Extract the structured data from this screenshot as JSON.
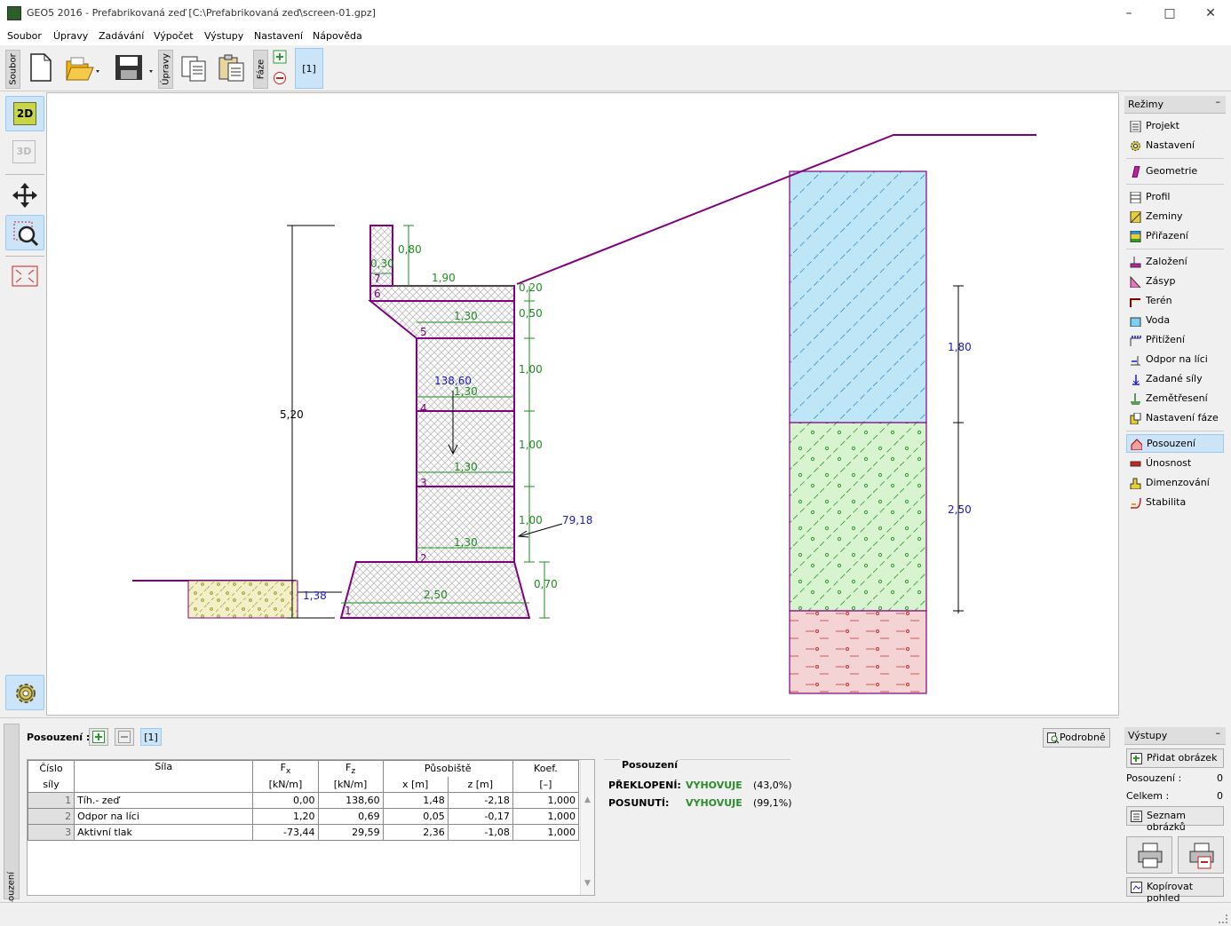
{
  "window": {
    "title": "GEO5 2016 - Prefabrikovaná zeď [C:\\Prefabrikovaná zeď\\screen-01.gpz]"
  },
  "menu": [
    "Soubor",
    "Úpravy",
    "Zadávání",
    "Výpočet",
    "Výstupy",
    "Nastavení",
    "Nápověda"
  ],
  "toolbar": {
    "soubor_label": "Soubor",
    "upravy_label": "Úpravy",
    "faze_label": "Fáze",
    "phase_button": "[1]"
  },
  "left_tools": {
    "btn_2d": "2D",
    "btn_3d": "3D"
  },
  "drawing": {
    "dims": {
      "total_height": "5,20",
      "cap_height": "0,80",
      "cap_width": "0,30",
      "top_width": "1,90",
      "top_offset": "0,20",
      "d_050": "0,50",
      "d_100_a": "1,00",
      "d_100_b": "1,00",
      "d_100_c": "1,00",
      "d_070": "0,70",
      "w_130_a": "1,30",
      "w_130_b": "1,30",
      "w_130_c": "1,30",
      "w_130_d": "1,30",
      "base_width": "2,50",
      "front": "1,38",
      "soil_h1": "1,80",
      "soil_h2": "2,50"
    },
    "blocks": [
      "1",
      "2",
      "3",
      "4",
      "5",
      "6",
      "7"
    ],
    "forces": {
      "weight": "138,60",
      "active": "79,18"
    }
  },
  "modes": {
    "header": "Režimy",
    "groups": [
      [
        "Projekt",
        "Nastavení"
      ],
      [
        "Geometrie"
      ],
      [
        "Profil",
        "Zeminy",
        "Přiřazení"
      ],
      [
        "Založení",
        "Zásyp",
        "Terén",
        "Voda",
        "Přitížení",
        "Odpor na líci",
        "Zadané síly",
        "Zemětřesení",
        "Nastavení fáze"
      ],
      [
        "Posouzení",
        "Únosnost",
        "Dimenzování",
        "Stabilita"
      ]
    ]
  },
  "outputs": {
    "header": "Výstupy",
    "add_image": "Přidat obrázek",
    "posouzeni_label": "Posouzení :",
    "posouzeni_val": "0",
    "celkem_label": "Celkem :",
    "celkem_val": "0",
    "list_images": "Seznam obrázků",
    "copy_view": "Kopírovat pohled"
  },
  "bottom": {
    "tab_label": "Posouzení",
    "title": "Posouzení :",
    "phase": "[1]",
    "detail_btn": "Podrobně",
    "table": {
      "h_cislo_1": "Číslo",
      "h_cislo_2": "síly",
      "h_sila": "Síla",
      "h_fx": "F",
      "h_fx_sub": "x",
      "h_fx_unit": "[kN/m]",
      "h_fz": "F",
      "h_fz_sub": "z",
      "h_fz_unit": "[kN/m]",
      "h_pos": "Působiště",
      "h_x": "x [m]",
      "h_z": "z [m]",
      "h_koef": "Koef.",
      "h_koef_unit": "[–]",
      "rows": [
        {
          "n": "1",
          "name": "Tíh.- zeď",
          "fx": "0,00",
          "fz": "138,60",
          "x": "1,48",
          "z": "-2,18",
          "k": "1,000"
        },
        {
          "n": "2",
          "name": "Odpor na líci",
          "fx": "1,20",
          "fz": "0,69",
          "x": "0,05",
          "z": "-0,17",
          "k": "1,000"
        },
        {
          "n": "3",
          "name": "Aktivní tlak",
          "fx": "-73,44",
          "fz": "29,59",
          "x": "2,36",
          "z": "-1,08",
          "k": "1,000"
        }
      ]
    },
    "verify": {
      "title": "Posouzení",
      "r1_label": "PŘEKLOPENÍ:",
      "r1_status": "VYHOVUJE",
      "r1_pct": "(43,0%)",
      "r2_label": "POSUNUTÍ:",
      "r2_status": "VYHOVUJE",
      "r2_pct": "(99,1%)"
    }
  },
  "colors": {
    "ok_green": "#2e8b2e",
    "dim_green": "#1f8c1f",
    "wall_purple": "#7a1a7a",
    "force_blue": "#1a1ac8"
  }
}
